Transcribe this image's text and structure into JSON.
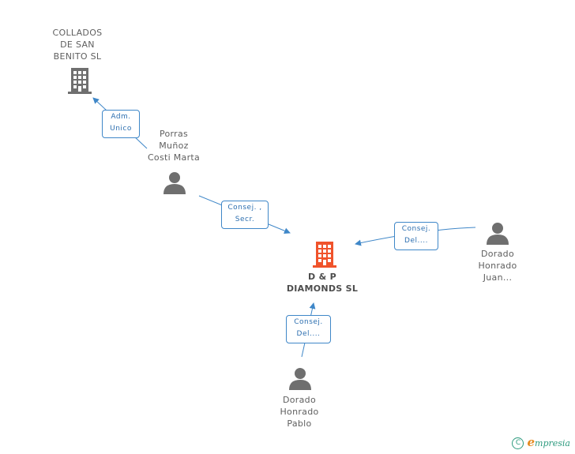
{
  "colors": {
    "edge": "#3f87c8",
    "company_icon": "#6f6f6f",
    "main_company_icon": "#f0532b",
    "person_icon": "#6f6f6f",
    "text": "#5f5f5f"
  },
  "nodes": {
    "collados": {
      "label": "COLLADOS\nDE SAN\nBENITO SL",
      "icon": "building-icon"
    },
    "porras": {
      "label": "Porras\nMuñoz\nCosti Marta",
      "icon": "person-icon"
    },
    "dp": {
      "label": "D & P\nDIAMONDS SL",
      "icon": "building-icon"
    },
    "dorado_juan": {
      "label": "Dorado\nHonrado\nJuan...",
      "icon": "person-icon"
    },
    "dorado_pablo": {
      "label": "Dorado\nHonrado\nPablo",
      "icon": "person-icon"
    }
  },
  "edges": {
    "porras_collados": "Adm.\nUnico",
    "porras_dp": "Consej. ,\nSecr.",
    "juan_dp": "Consej.\nDel....",
    "pablo_dp": "Consej.\nDel...."
  },
  "footer": {
    "copyright_symbol": "C",
    "brand_first": "e",
    "brand_rest": "mpresia"
  }
}
